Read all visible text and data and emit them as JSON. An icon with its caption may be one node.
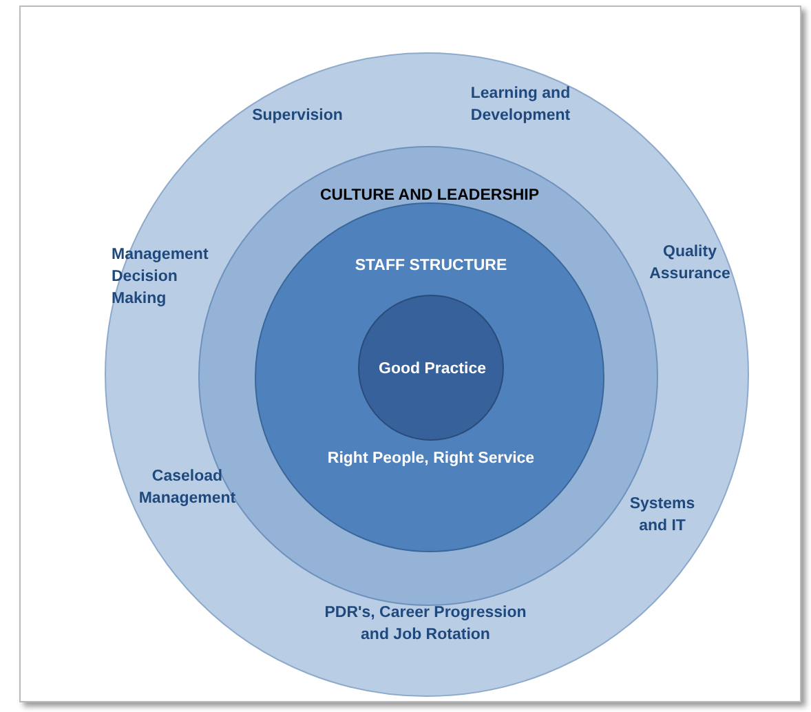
{
  "diagram": {
    "nodes": [
      {
        "text": [
          "Supervision",
          "Learning and Development",
          "Management Decision Making",
          "Quality Assurance",
          "Caseload Management",
          "Systems and IT",
          "PDR's, Career Progression and Job Rotation"
        ]
      },
      {
        "text": [
          "CULTURE AND LEADERSHIP"
        ],
        "in": 0
      },
      {
        "text": [
          "STAFF STRUCTURE",
          "Right People, Right Service"
        ],
        "in": 1
      },
      {
        "text": [
          "Good Practice"
        ],
        "in": 2
      }
    ],
    "edges": []
  }
}
